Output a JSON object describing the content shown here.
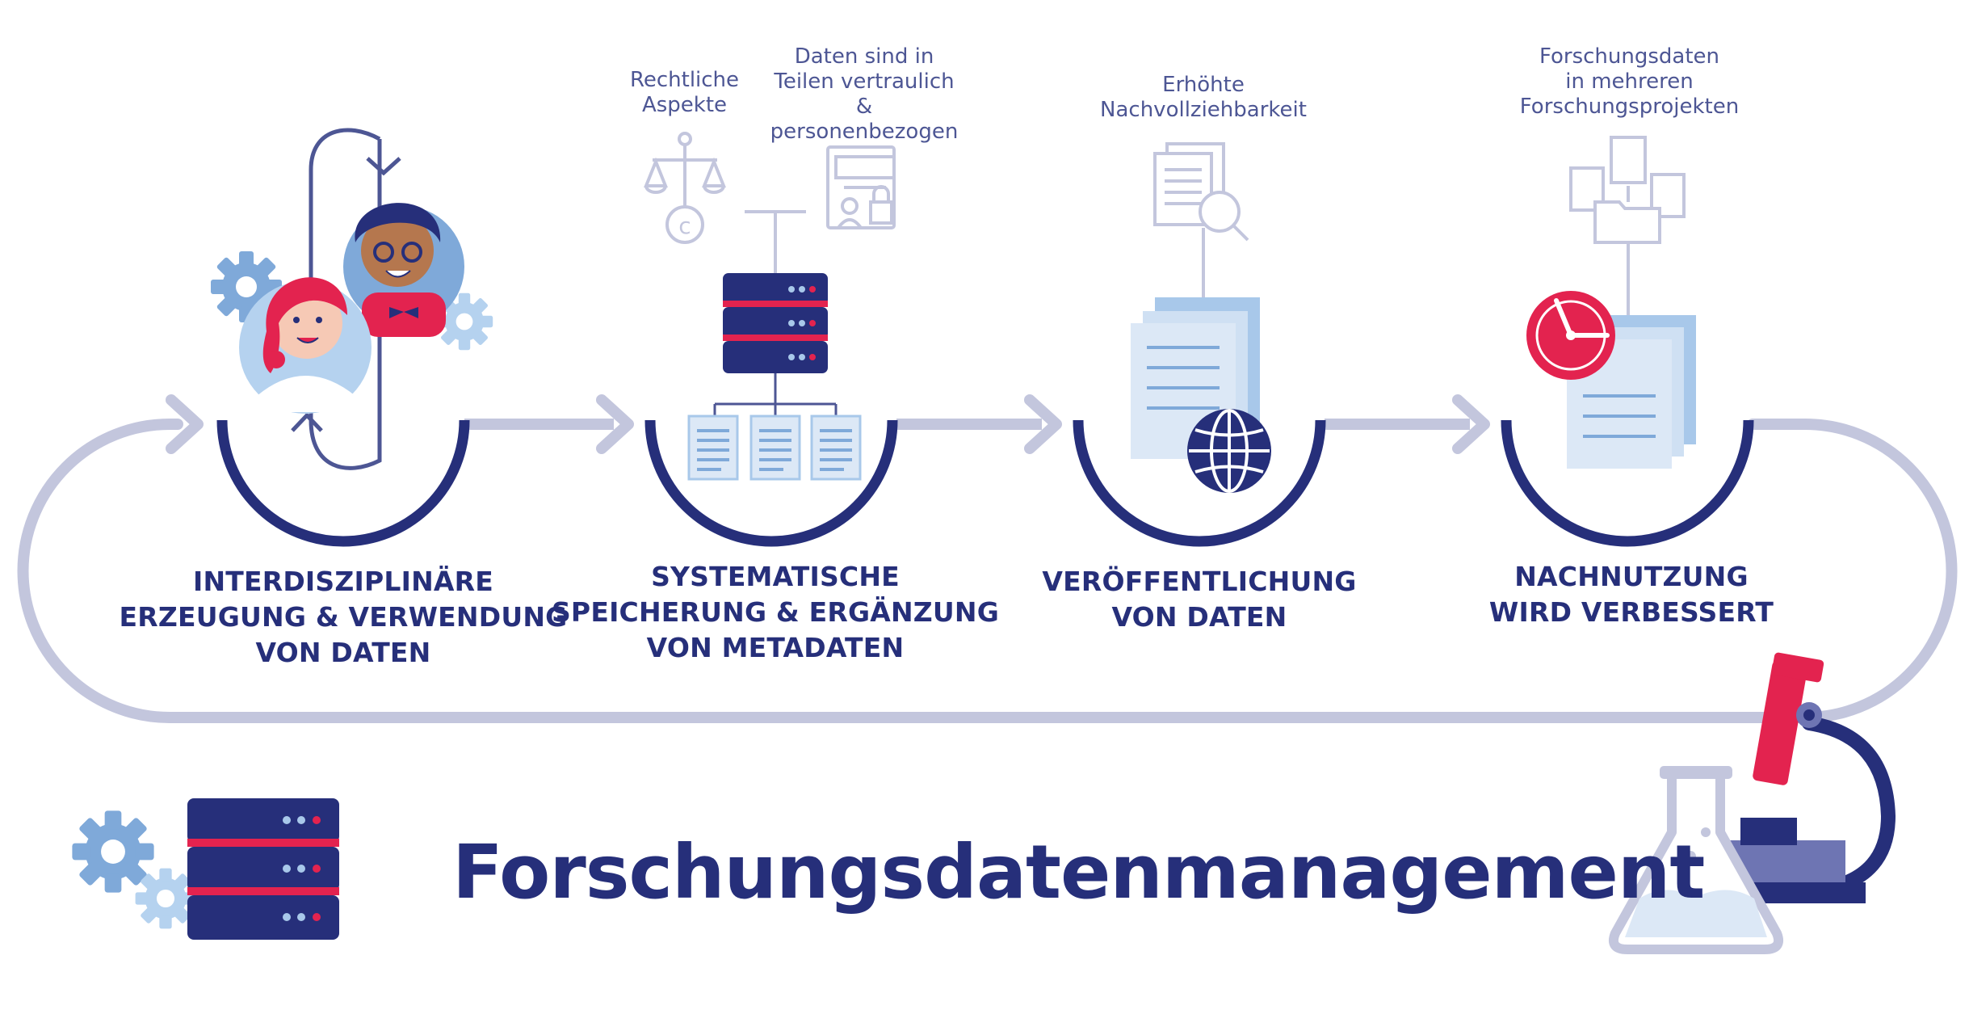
{
  "title": "Forschungsdatenmanagement",
  "steps": [
    {
      "label": "INTERDISZIPLINÄRE\nERZEUGUNG & VERWENDUNG\nVON DATEN"
    },
    {
      "label": "SYSTEMATISCHE\nSPEICHERUNG & ERGÄNZUNG\nVON METADATEN"
    },
    {
      "label": "VERÖFFENTLICHUNG\nVON DATEN"
    },
    {
      "label": "NACHNUTZUNG\nWIRD VERBESSERT"
    }
  ],
  "annotations": {
    "legal": "Rechtliche\nAspekte",
    "confidential": "Daten sind in\nTeilen vertraulich\n& personenbezogen",
    "traceability": "Erhöhte\nNachvollziehbarkeit",
    "multi_project": "Forschungsdaten\nin mehreren\nForschungsprojekten"
  },
  "icons": {
    "researchers": "researchers-icon",
    "cycle": "cycle-arrows-icon",
    "gears": "gear-icon",
    "scales": "scales-copyright-icon",
    "lock_doc": "locked-document-icon",
    "server": "server-icon",
    "documents": "documents-icon",
    "search_doc": "document-search-icon",
    "globe": "globe-icon",
    "folder_share": "shared-folder-icon",
    "clock": "clock-icon",
    "flask": "flask-icon",
    "microscope": "microscope-icon"
  },
  "colors": {
    "navy": "#262f7a",
    "light_track": "#c3c6dd",
    "annotation_text": "#4d5694",
    "accent_red": "#e3234f",
    "doc_blue": "#a8c8ea",
    "doc_light": "#dce8f6",
    "gear_blue": "#7fa9d9"
  }
}
